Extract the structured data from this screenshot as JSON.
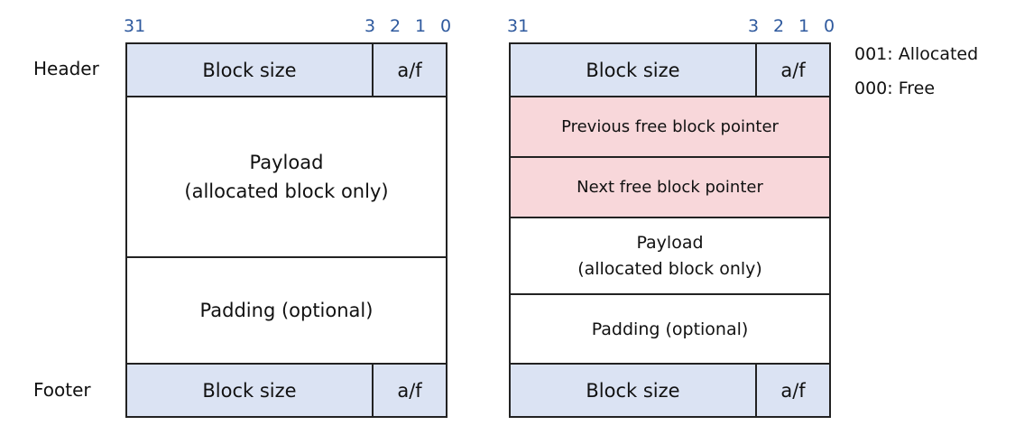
{
  "left_layout": {
    "bit_labels": [
      "31",
      "3",
      "2",
      "1",
      "0"
    ],
    "header_label": "Header",
    "footer_label": "Footer",
    "header": {
      "size": "Block size",
      "flag": "a/f"
    },
    "payload": {
      "line1": "Payload",
      "line2": "(allocated block only)"
    },
    "padding": "Padding (optional)",
    "footer": {
      "size": "Block size",
      "flag": "a/f"
    }
  },
  "right_layout": {
    "bit_labels": [
      "31",
      "3",
      "2",
      "1",
      "0"
    ],
    "header": {
      "size": "Block size",
      "flag": "a/f"
    },
    "prev_pointer": "Previous free block pointer",
    "next_pointer": "Next free block pointer",
    "payload": {
      "line1": "Payload",
      "line2": "(allocated block only)"
    },
    "padding": "Padding (optional)",
    "footer": {
      "size": "Block size",
      "flag": "a/f"
    }
  },
  "legend": {
    "allocated": "001: Allocated",
    "free": "000: Free"
  },
  "colors": {
    "header_fill": "#dbe3f3",
    "pointer_fill": "#f8d7da",
    "bit_label": "#2f5a9e",
    "border": "#222222"
  }
}
